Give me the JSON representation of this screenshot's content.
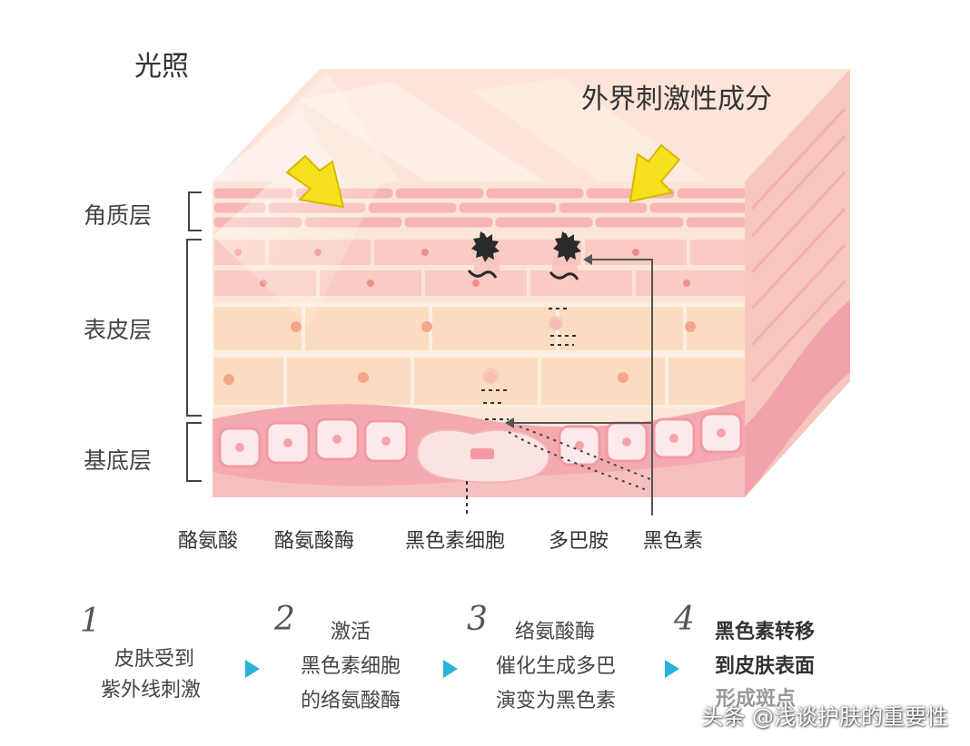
{
  "labels": {
    "light": "光照",
    "irritant": "外界刺激性成分",
    "layers": {
      "stratum_corneum": "角质层",
      "epidermis": "表皮层",
      "basal": "基底层"
    },
    "parts": {
      "tyrosine": "酪氨酸",
      "tyrosinase": "酪氨酸酶",
      "melanocyte": "黑色素细胞",
      "dopamine": "多巴胺",
      "melanin": "黑色素"
    }
  },
  "steps": [
    {
      "number": "1",
      "lines": [
        "皮肤受到",
        "紫外线刺激"
      ]
    },
    {
      "number": "2",
      "lines": [
        "激活",
        "黑色素细胞",
        "的络氨酸酶"
      ]
    },
    {
      "number": "3",
      "lines": [
        "络氨酸酶",
        "催化生成多巴",
        "演变为黑色素"
      ]
    },
    {
      "number": "4",
      "lines": [
        "黑色素转移",
        "到皮肤表面",
        "形成斑点"
      ]
    }
  ],
  "watermark": "头条 @浅谈护肤的重要性",
  "colors": {
    "arrow_yellow": "#f6e21c",
    "step_arrow": "#2ab3d8",
    "skin_top": "#fbd6c9",
    "epidermis_cell": "#f9dcc4",
    "basal_band": "#f4a9b0"
  },
  "icons": {
    "light_arrow_left": "yellow-arrow-icon",
    "light_arrow_right": "yellow-arrow-icon",
    "melanocyte_spot": "dark-spot-icon",
    "step_pointer": "triangle-right-icon"
  }
}
